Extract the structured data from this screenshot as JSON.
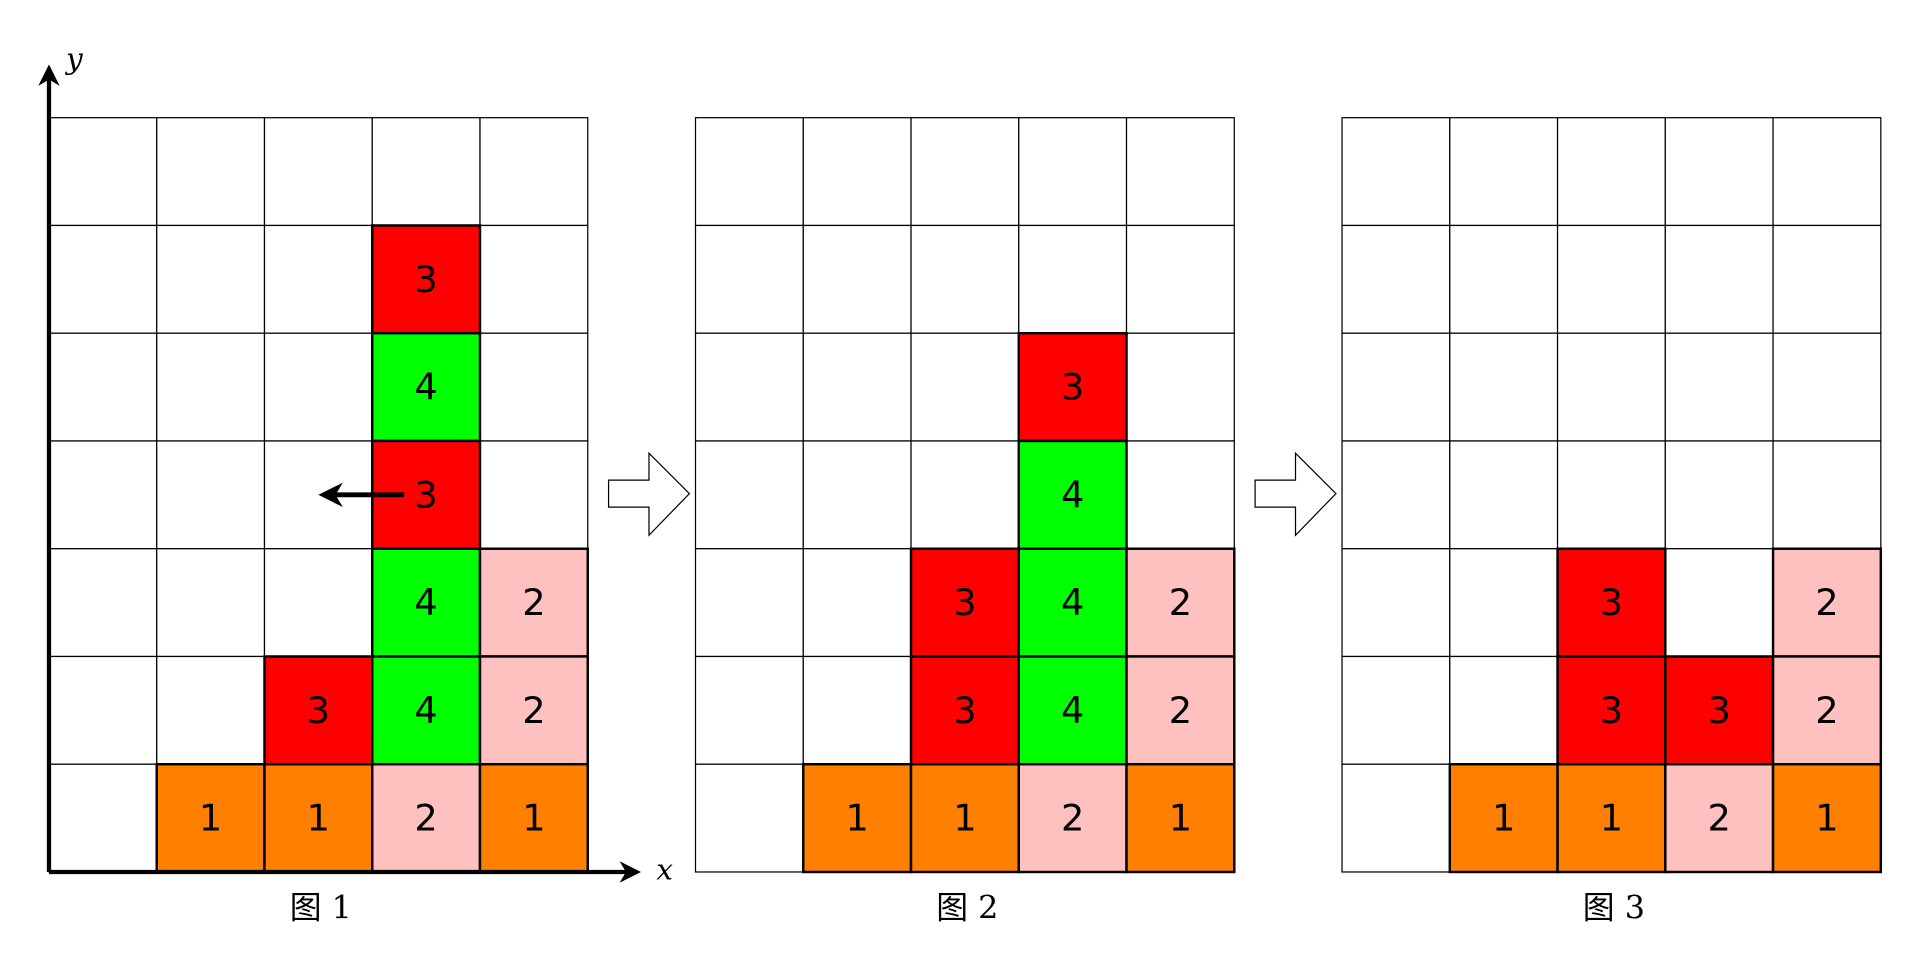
{
  "colors": {
    "1": "#ff8000",
    "2": "#ffc0c0",
    "3": "#ff0000",
    "4": "#00ff00"
  },
  "axes": {
    "x_label": "x",
    "y_label": "y"
  },
  "figures": [
    {
      "caption": "图 1",
      "rows": [
        [
          0,
          0,
          0,
          0,
          0
        ],
        [
          0,
          0,
          0,
          3,
          0
        ],
        [
          0,
          0,
          0,
          4,
          0
        ],
        [
          0,
          0,
          0,
          3,
          0
        ],
        [
          0,
          0,
          0,
          4,
          2
        ],
        [
          0,
          0,
          3,
          4,
          2
        ],
        [
          0,
          1,
          1,
          2,
          1
        ]
      ],
      "move_arrow": {
        "row": 3,
        "col": 3,
        "direction": "left"
      }
    },
    {
      "caption": "图 2",
      "rows": [
        [
          0,
          0,
          0,
          0,
          0
        ],
        [
          0,
          0,
          0,
          0,
          0
        ],
        [
          0,
          0,
          0,
          3,
          0
        ],
        [
          0,
          0,
          0,
          4,
          0
        ],
        [
          0,
          0,
          3,
          4,
          2
        ],
        [
          0,
          0,
          3,
          4,
          2
        ],
        [
          0,
          1,
          1,
          2,
          1
        ]
      ]
    },
    {
      "caption": "图 3",
      "rows": [
        [
          0,
          0,
          0,
          0,
          0
        ],
        [
          0,
          0,
          0,
          0,
          0
        ],
        [
          0,
          0,
          0,
          0,
          0
        ],
        [
          0,
          0,
          0,
          0,
          0
        ],
        [
          0,
          0,
          3,
          0,
          2
        ],
        [
          0,
          0,
          3,
          3,
          2
        ],
        [
          0,
          1,
          1,
          2,
          1
        ]
      ]
    }
  ]
}
